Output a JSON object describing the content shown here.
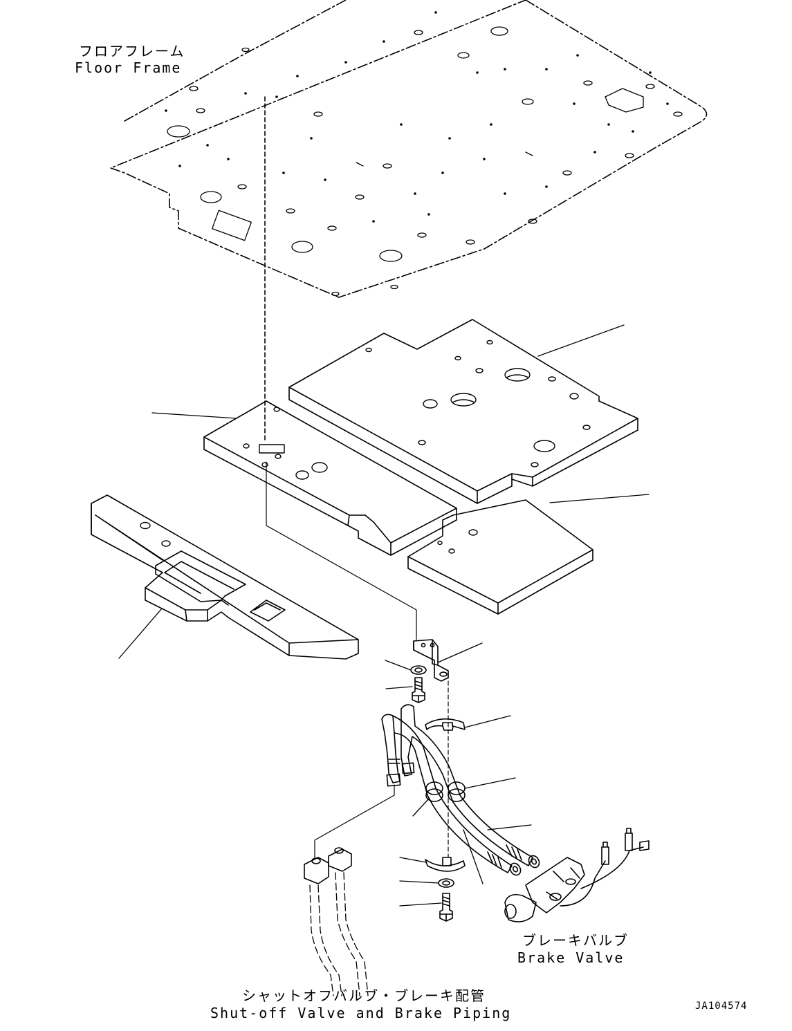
{
  "labels": {
    "floor_frame_jp": "フロアフレーム",
    "floor_frame_en": "Floor Frame",
    "brake_valve_jp": "ブレーキバルブ",
    "brake_valve_en": "Brake Valve",
    "piping_jp": "シャットオフバルブ・ブレーキ配管",
    "piping_en": "Shut-off Valve and Brake Piping",
    "drawing_id": "JA104574"
  },
  "colors": {
    "line": "#000000",
    "background": "#ffffff"
  }
}
